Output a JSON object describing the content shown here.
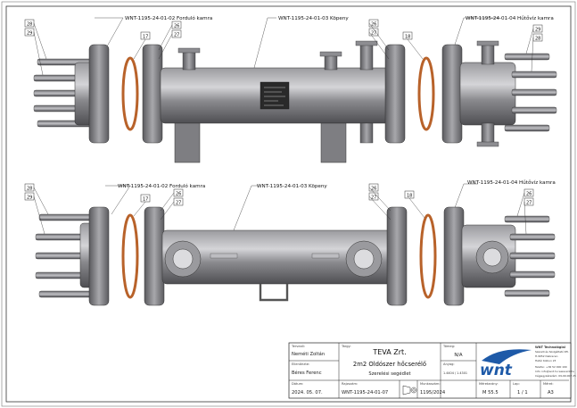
{
  "drawing": {
    "labels_top": {
      "left_chamber": "WNT-1195-24-01-02 Forduló kamra",
      "shell": "WNT-1195-24-01-03 Köpeny",
      "right_chamber": "WNT-1195-24-01-04 Hűtővíz kamra"
    },
    "labels_bottom": {
      "left_chamber": "WNT-1195-24-01-02 Forduló kamra",
      "shell": "WNT-1195-24-01-03 Köpeny",
      "right_chamber": "WNT-1195-24-01-04 Hűtővíz kamra"
    },
    "balloons_top": [
      "28",
      "29",
      "17",
      "26",
      "27",
      "26",
      "27",
      "18",
      "29",
      "28"
    ],
    "balloons_bottom": [
      "28",
      "29",
      "17",
      "26",
      "27",
      "26",
      "27",
      "18",
      "26",
      "27"
    ],
    "colors": {
      "steel": "#7d7d80",
      "steel_dark": "#4a4a4d",
      "gasket": "#b8622a"
    }
  },
  "title_block": {
    "designer_label": "Tervező:",
    "designer": "Neméti Zoltán",
    "checker_label": "Ellenőrizte:",
    "checker": "Béres Ferenc",
    "date_label": "Dátum:",
    "date": "2024. 05. 07.",
    "customer_label": "Tárgy:",
    "customer": "TEVA Zrt.",
    "title_line1": "2m2 Oldószer hőcserélő",
    "title_line2": "Szerelési segédlet",
    "drawing_no_label": "Rajzszám:",
    "drawing_no": "WNT-1195-24-01-07",
    "weight_label": "Tömeg:",
    "weight": "N/A",
    "material_label": "Anyag:",
    "material": "1.4404 / 1.4301",
    "project_no_label": "Munkaszám:",
    "project_no": "1195/2024",
    "scale_label": "Méretarány:",
    "scale": "M 55.5",
    "sheet_label": "Lap:",
    "sheet": "1 / 1",
    "format_label": "Méret:",
    "format": "A3",
    "company_name": "WNT Technológiai",
    "company_lines": [
      "Szerelő és Szolgáltató Kft.",
      "H-9952 Debrecen",
      "Határ Kolbun 23",
      "Telefon: +36 52 000 190",
      "Info: info@wnt.hu www.wnt.hu",
      "Cégjegyzékszám: 09-09-002 25"
    ],
    "logo_text": "wnt"
  }
}
